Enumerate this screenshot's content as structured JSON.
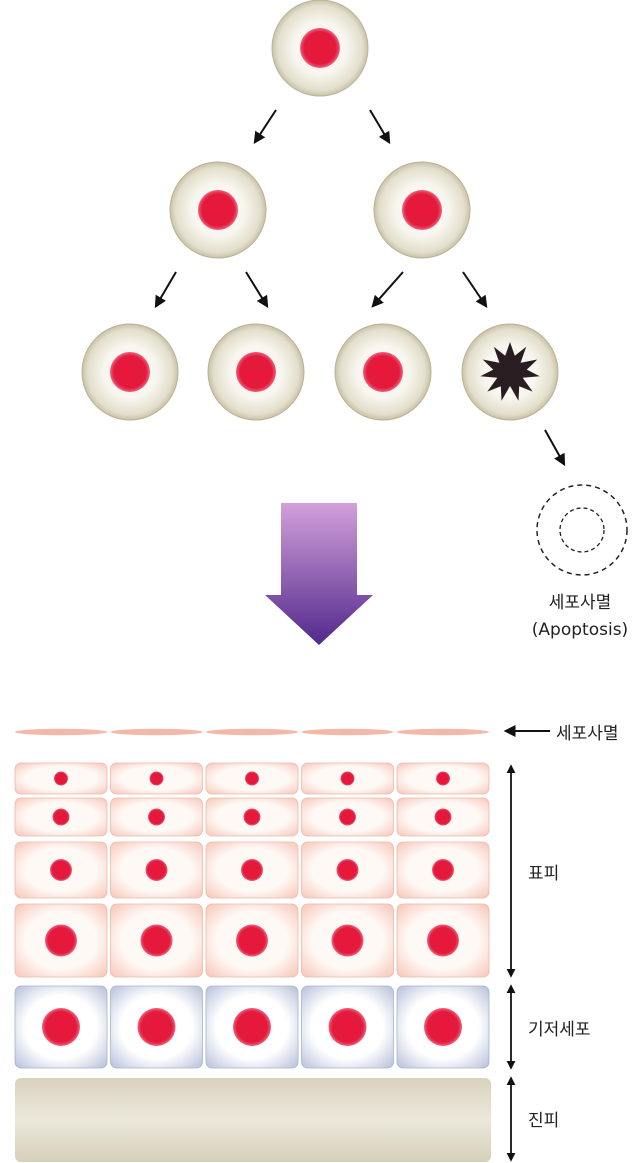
{
  "apoptosis": {
    "label_ko": "세포사멸",
    "label_en": "(Apoptosis)"
  },
  "layers": {
    "apoptosis_label": "세포사멸",
    "epidermis_label": "표피",
    "basal_label": "기저세포",
    "dermis_label": "진피"
  },
  "colors": {
    "nucleus": "#e8173a",
    "cell_cytoplasm": "#ddd8c4",
    "cell_membrane": "#b9b296",
    "epidermis_cell": "#f6c6b8",
    "basal_cell": "#b7c0db",
    "dermis": "#d6d0b8",
    "arrow_top": "#c894d2",
    "arrow_bottom": "#5a2a8f",
    "apoptotic_core": "#2a1d22"
  },
  "tree": {
    "levels": [
      [
        "normal"
      ],
      [
        "normal",
        "normal"
      ],
      [
        "normal",
        "normal",
        "normal",
        "apoptotic"
      ]
    ]
  },
  "skin": {
    "columns": 5,
    "epidermis_rows": [
      "top",
      "upper",
      "middle",
      "lower"
    ]
  }
}
